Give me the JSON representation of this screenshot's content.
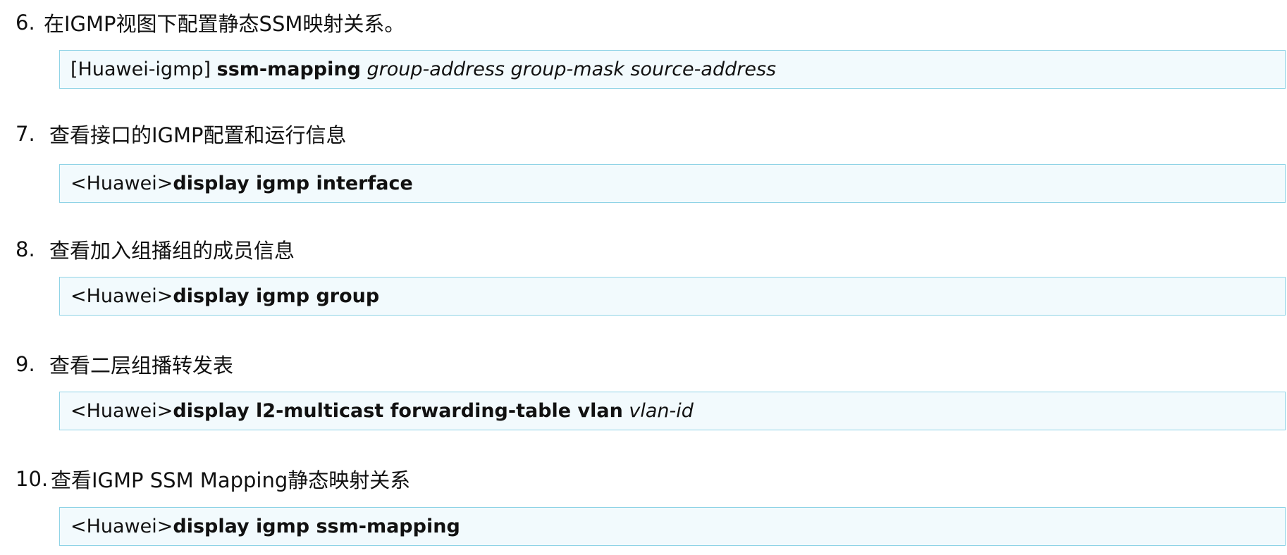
{
  "steps": [
    {
      "number": "6.",
      "title": "在IGMP视图下配置静态SSM映射关系。",
      "command": {
        "prompt": "[Huawei-igmp] ",
        "keyword": "ssm-mapping",
        "params": " group-address group-mask source-address"
      }
    },
    {
      "number": "7.",
      "title": "查看接口的IGMP配置和运行信息",
      "command": {
        "prompt": "<Huawei>",
        "keyword": "display igmp interface"
      }
    },
    {
      "number": "8.",
      "title": "查看加入组播组的成员信息",
      "command": {
        "prompt": "<Huawei>",
        "keyword": "display igmp group"
      }
    },
    {
      "number": "9.",
      "title": "查看二层组播转发表",
      "command": {
        "prompt": "<Huawei>",
        "keyword": "display l2-multicast forwarding-table vlan",
        "params": " vlan-id"
      }
    },
    {
      "number": "10.",
      "title": "查看IGMP SSM Mapping静态映射关系",
      "command": {
        "prompt": "<Huawei>",
        "keyword": "display igmp ssm-mapping"
      }
    }
  ]
}
